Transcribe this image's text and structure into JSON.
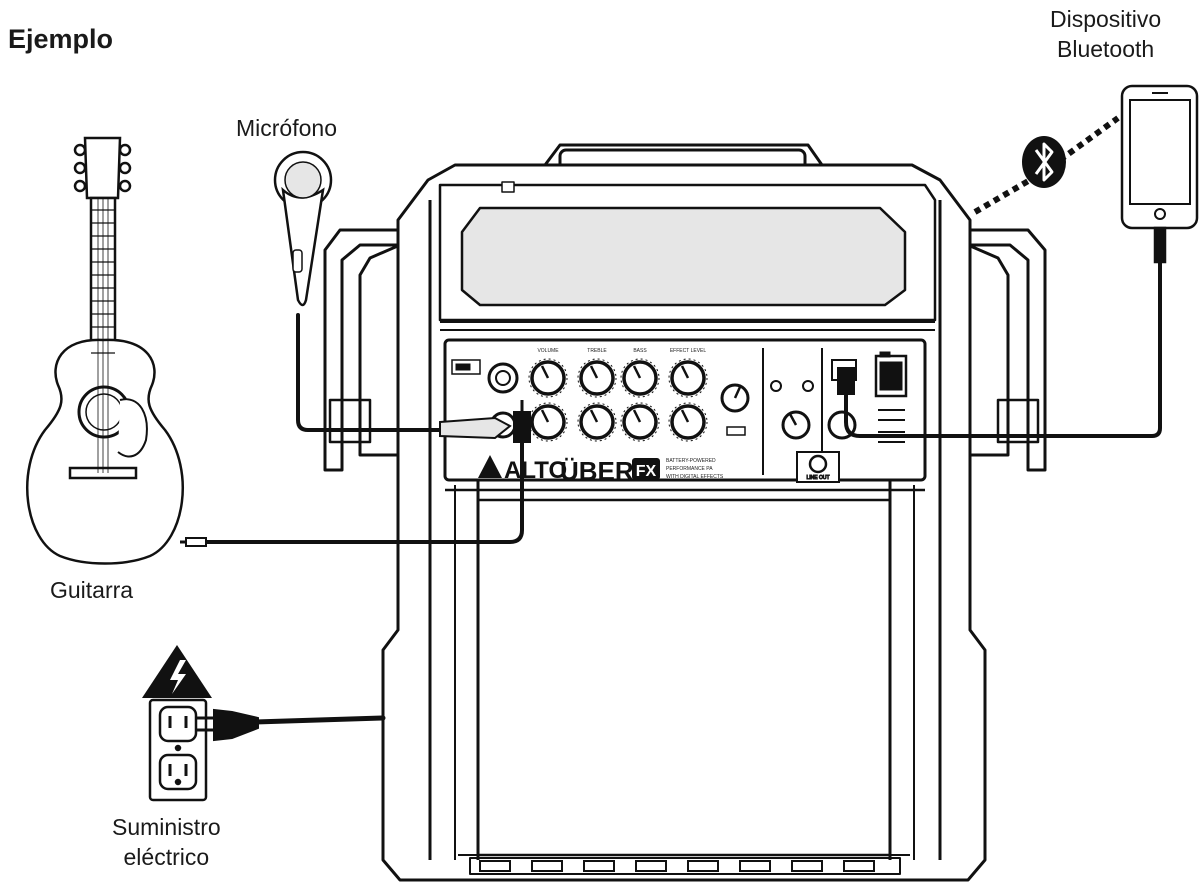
{
  "title": "Ejemplo",
  "labels": {
    "microphone": "Micrófono",
    "bluetooth_line1": "Dispositivo",
    "bluetooth_line2": "Bluetooth",
    "guitar": "Guitarra",
    "power_line1": "Suministro",
    "power_line2": "eléctrico"
  },
  "speaker": {
    "brand": "ALTO",
    "model": "ÜBER",
    "model_badge": "FX",
    "tagline_lines": [
      "BATTERY-POWERED",
      "PERFORMANCE PA",
      "WITH DIGITAL EFFECTS"
    ],
    "knob_labels": [
      "VOLUME",
      "TREBLE",
      "BASS",
      "EFFECT LEVEL"
    ],
    "line_out_label": "LINE OUT"
  },
  "colors": {
    "line": "#111111",
    "background": "#ffffff",
    "grille": "#e6e6e6"
  },
  "icons": [
    "bluetooth-icon",
    "warning-lightning-icon",
    "power-outlet-icon",
    "usb-icon"
  ]
}
